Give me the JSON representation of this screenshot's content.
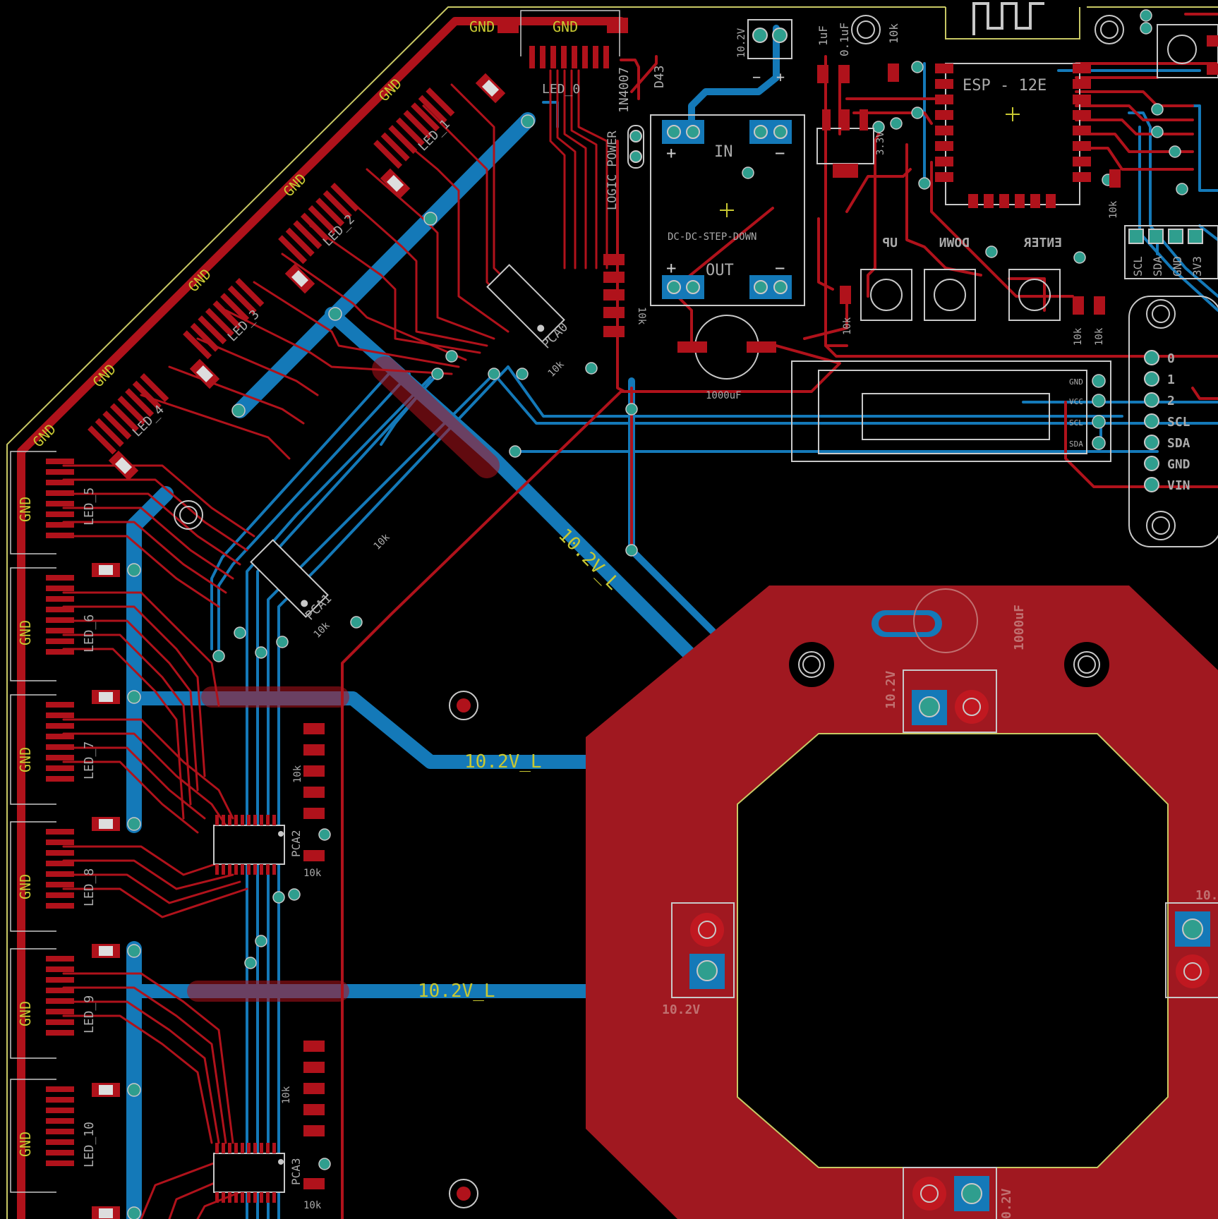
{
  "colors": {
    "background": "#000000",
    "top_copper": "#b0121b",
    "bottom_copper": "#1479b8",
    "silkscreen": "#c8c8c8",
    "outline": "#c8c864",
    "pour": "#a01820",
    "via": "#2f9e8e",
    "label_yellow": "#c8c832",
    "net_label_bottom": "#c8c832"
  },
  "labels": {
    "gnd": "GND",
    "led_0": "LED_0",
    "led_1": "LED_1",
    "led_2": "LED_2",
    "led_3": "LED_3",
    "led_4": "LED_4",
    "led_5": "LED_5",
    "led_6": "LED_6",
    "led_7": "LED_7",
    "led_8": "LED_8",
    "led_9": "LED_9",
    "led_10": "LED_10",
    "diode_part": "1N4007",
    "diode_ref": "D43",
    "logic_power": "LOGIC POWER",
    "in": "IN",
    "out": "OUT",
    "dcdc": "DC-DC-STEP-DOWN",
    "plus": "+",
    "minus": "−",
    "v10_2": "10.2V",
    "v10_2_small": "10.2V",
    "cap_1uf": "1uF",
    "cap_01uf": "0.1uF",
    "r_10k": "10k",
    "reg_3v3": "3.3V",
    "esp": "ESP - 12E",
    "up": "UP",
    "down": "DOWN",
    "enter": "ENTER",
    "cap_1000uf": "1000uF",
    "pca0": "PCA0",
    "pca1": "PCA1",
    "pca2": "PCA2",
    "pca3": "PCA3",
    "net_10v2_l": "10.2V_L",
    "scl": "SCL",
    "sda": "SDA",
    "gnd_small": "GND",
    "v3v3": "3V3",
    "vcc": "VCC",
    "pin_0": "0",
    "pin_1": "1",
    "pin_2": "2",
    "pin_scl": "SCL",
    "pin_sda": "SDA",
    "pin_gnd": "GND",
    "pin_vin": "VIN",
    "v10_2_edge": "10.",
    "v10_2_bottom": "0.2V"
  }
}
